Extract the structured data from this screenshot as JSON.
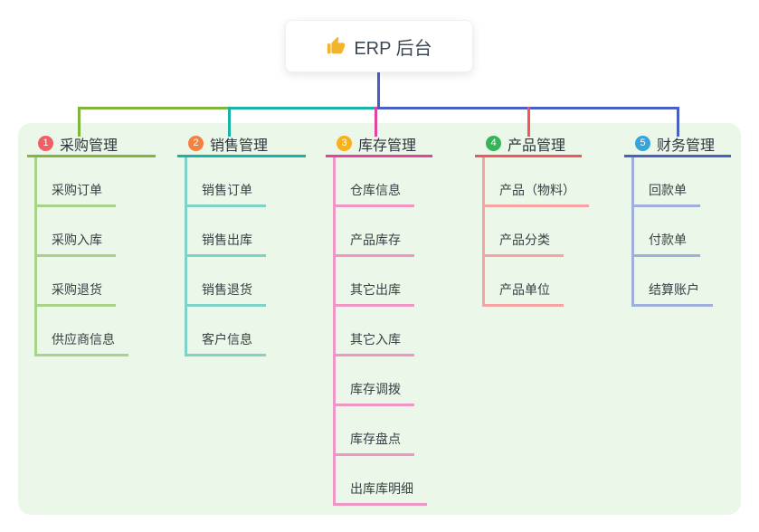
{
  "root": {
    "label": "ERP 后台",
    "icon": "thumbs-up-icon"
  },
  "colors": {
    "root_line": "#4a5fc4",
    "panel_bg": "#ebf7e8",
    "accent_text": "#3c4854"
  },
  "branches": [
    {
      "index": "1",
      "label": "采购管理",
      "badge_color": "#f15f66",
      "line_color": "#80b63e",
      "child_line_color": "#a9d38a",
      "children": [
        "采购订单",
        "采购入库",
        "采购退货",
        "供应商信息"
      ]
    },
    {
      "index": "2",
      "label": "销售管理",
      "badge_color": "#f6813c",
      "line_color": "#16b3a6",
      "child_line_color": "#7fd2c6",
      "children": [
        "销售订单",
        "销售出库",
        "销售退货",
        "客户信息"
      ]
    },
    {
      "index": "3",
      "label": "库存管理",
      "badge_color": "#f8b117",
      "line_color": "#df459d",
      "child_line_color": "#f096c5",
      "children": [
        "仓库信息",
        "产品库存",
        "其它出库",
        "其它入库",
        "库存调拨",
        "库存盘点",
        "出库库明细"
      ]
    },
    {
      "index": "4",
      "label": "产品管理",
      "badge_color": "#35b558",
      "line_color": "#f2555a",
      "child_line_color": "#f7a3a4",
      "children": [
        "产品（物料）",
        "产品分类",
        "产品单位"
      ]
    },
    {
      "index": "5",
      "label": "财务管理",
      "badge_color": "#35a3dc",
      "line_color": "#4a5fc4",
      "child_line_color": "#9fb0da",
      "children": [
        "回款单",
        "付款单",
        "结算账户"
      ]
    }
  ]
}
